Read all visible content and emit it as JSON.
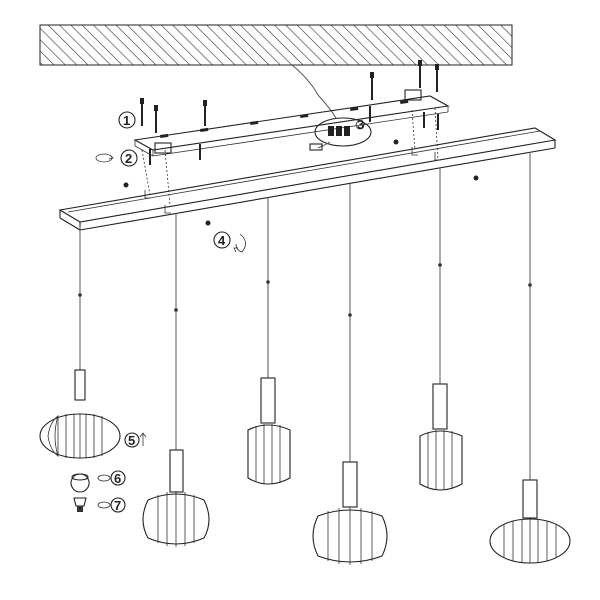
{
  "diagram": {
    "steps": [
      {
        "id": 1,
        "label": "1",
        "icon": "screw-and-dowel-icon"
      },
      {
        "id": 2,
        "label": "2",
        "icon": "rotate-icon"
      },
      {
        "id": 3,
        "label": "3",
        "icon": "connector-icon"
      },
      {
        "id": 4,
        "label": "4",
        "icon": "rotate-icon"
      },
      {
        "id": 5,
        "label": "5",
        "icon": "arrow-up-icon"
      },
      {
        "id": 6,
        "label": "6",
        "icon": "rotate-icon"
      },
      {
        "id": 7,
        "label": "7",
        "icon": "rotate-icon"
      }
    ],
    "colors": {
      "line": "#222222",
      "ceiling_hatch": "#333333",
      "background": "#ffffff"
    }
  }
}
